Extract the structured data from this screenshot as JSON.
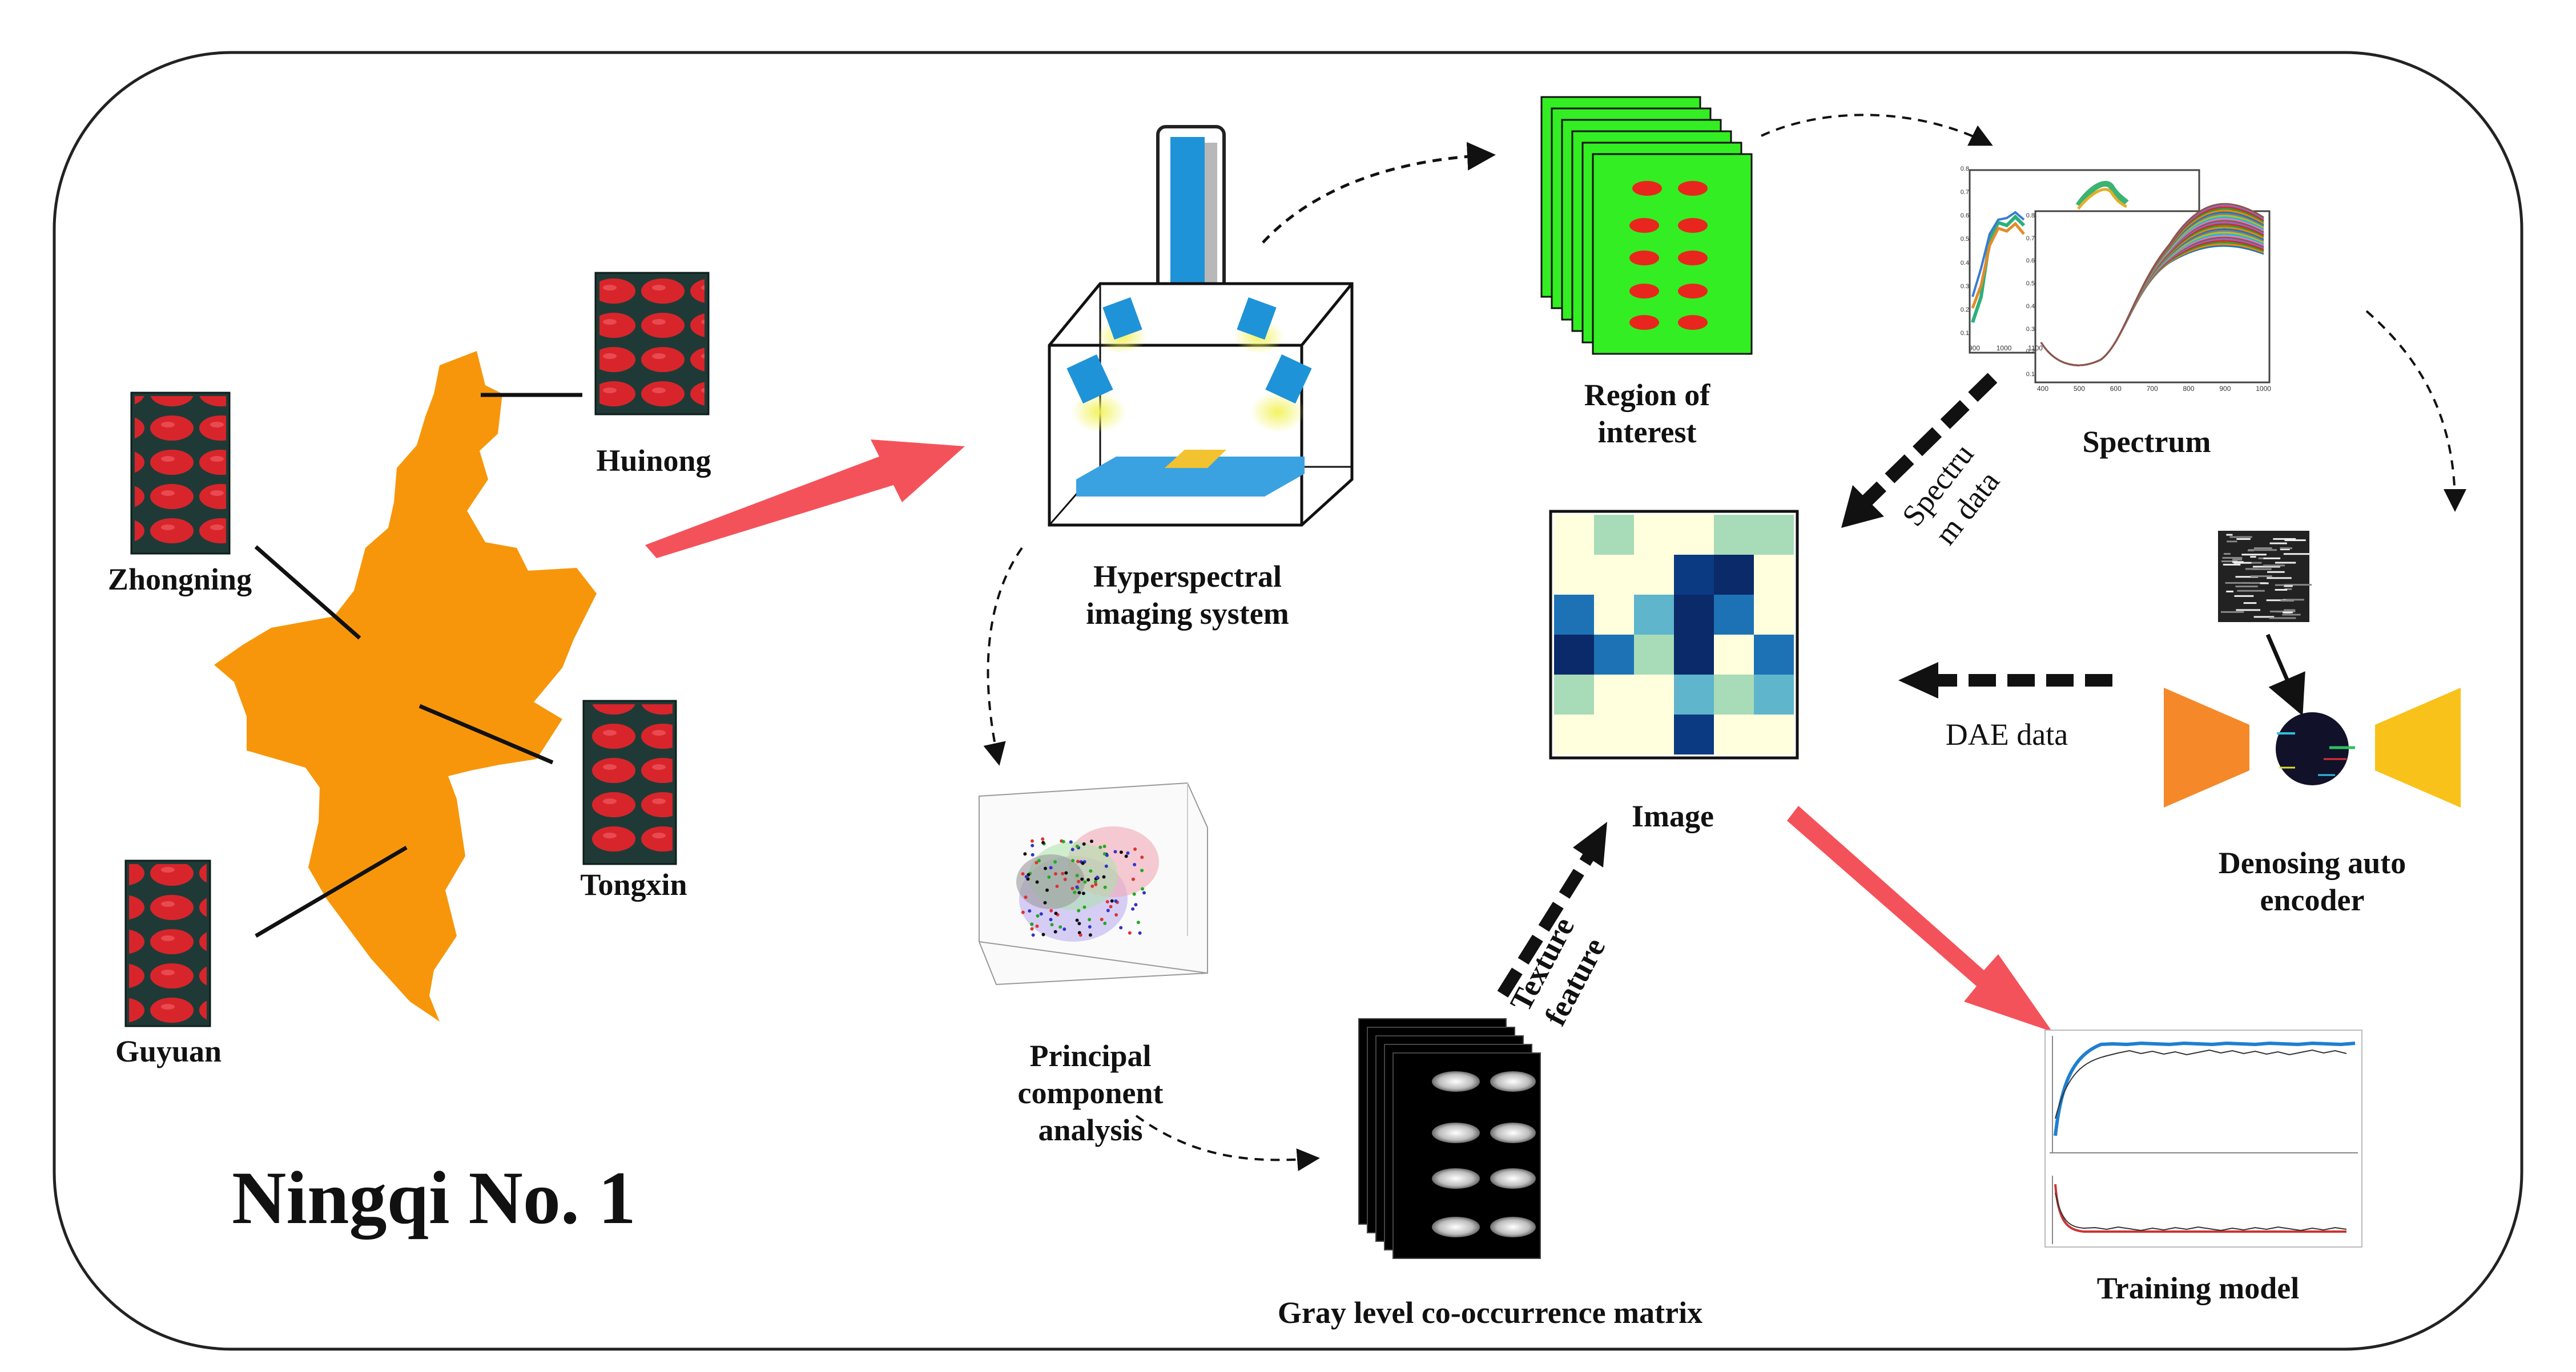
{
  "title": "Ningqi No. 1",
  "regions": {
    "huinong": "Huinong",
    "zhongning": "Zhongning",
    "tongxin": "Tongxin",
    "guyuan": "Guyuan"
  },
  "steps": {
    "hyperspectral": [
      "Hyperspectral",
      "imaging system"
    ],
    "roi": [
      "Region of",
      "interest"
    ],
    "spectrum": "Spectrum",
    "pca": [
      "Principal",
      "component",
      "analysis"
    ],
    "glcm": "Gray level co-occurrence matrix",
    "image": "Image",
    "dae": [
      "Denosing auto",
      "encoder"
    ],
    "training": "Training model"
  },
  "arrow_labels": {
    "spectrum_data": [
      "Spectru",
      "m data"
    ],
    "dae_data": "DAE data",
    "texture_feature": [
      "Texture",
      "feature"
    ]
  },
  "spectrum_chart": {
    "back_x_ticks": [
      "900",
      "1000",
      "1100"
    ],
    "back_y_ticks": [
      "0.8",
      "0.7",
      "0.6",
      "0.5",
      "0.4",
      "0.3",
      "0.2",
      "0.1"
    ],
    "front_x_ticks": [
      "400",
      "500",
      "600",
      "700",
      "800",
      "900",
      "1000"
    ],
    "front_y_ticks": [
      "0.8",
      "0.7",
      "0.6",
      "0.5",
      "0.4",
      "0.3",
      "0.2",
      "0.1"
    ]
  },
  "colors": {
    "map": "#f7960b",
    "accent_arrow": "#f4525a",
    "roi_green": "#33ee22",
    "heatmap": [
      "#ffffdd",
      "#a8dbb8",
      "#5fb5cc",
      "#1d72b5",
      "#0b3a82",
      "#0a2a6a"
    ]
  }
}
